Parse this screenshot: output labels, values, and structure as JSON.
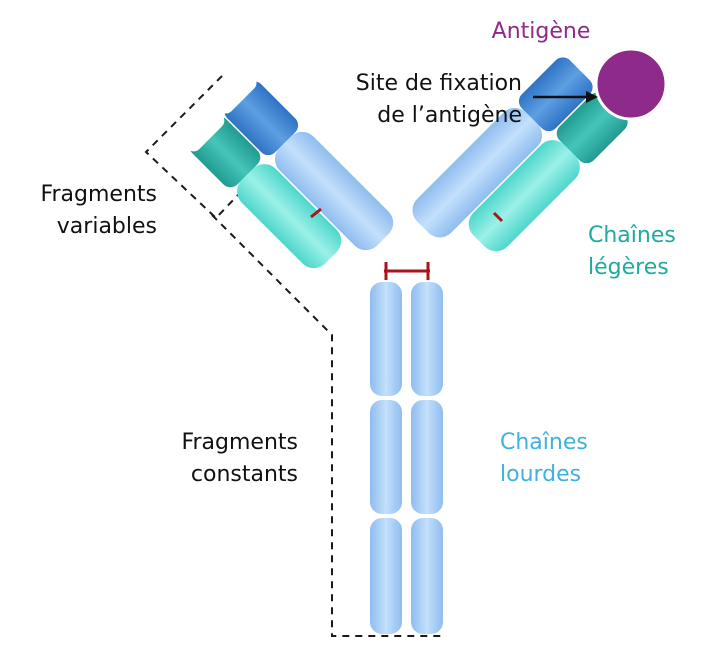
{
  "labels": {
    "antigen": "Antigène",
    "binding_site_line1": "Site de fixation",
    "binding_site_line2": "de l’antigène",
    "variable_line1": "Fragments",
    "variable_line2": "variables",
    "constant_line1": "Fragments",
    "constant_line2": "constants",
    "light_line1": "Chaînes",
    "light_line2": "légères",
    "heavy_line1": "Chaînes",
    "heavy_line2": "lourdes"
  },
  "colors": {
    "antigen": "#8e2a8a",
    "light_chain_text": "#1eaaa0",
    "heavy_chain_text": "#3fb2dc",
    "heavy_chain": "#a6cdf4",
    "heavy_chain_variable": "#3f86d4",
    "light_chain": "#66e4d8",
    "light_chain_variable": "#2fb3a8",
    "disulfide_bond": "#a8161b",
    "outline": "#1a1a1a"
  },
  "icons": {
    "arrow": "arrow-right-icon"
  }
}
